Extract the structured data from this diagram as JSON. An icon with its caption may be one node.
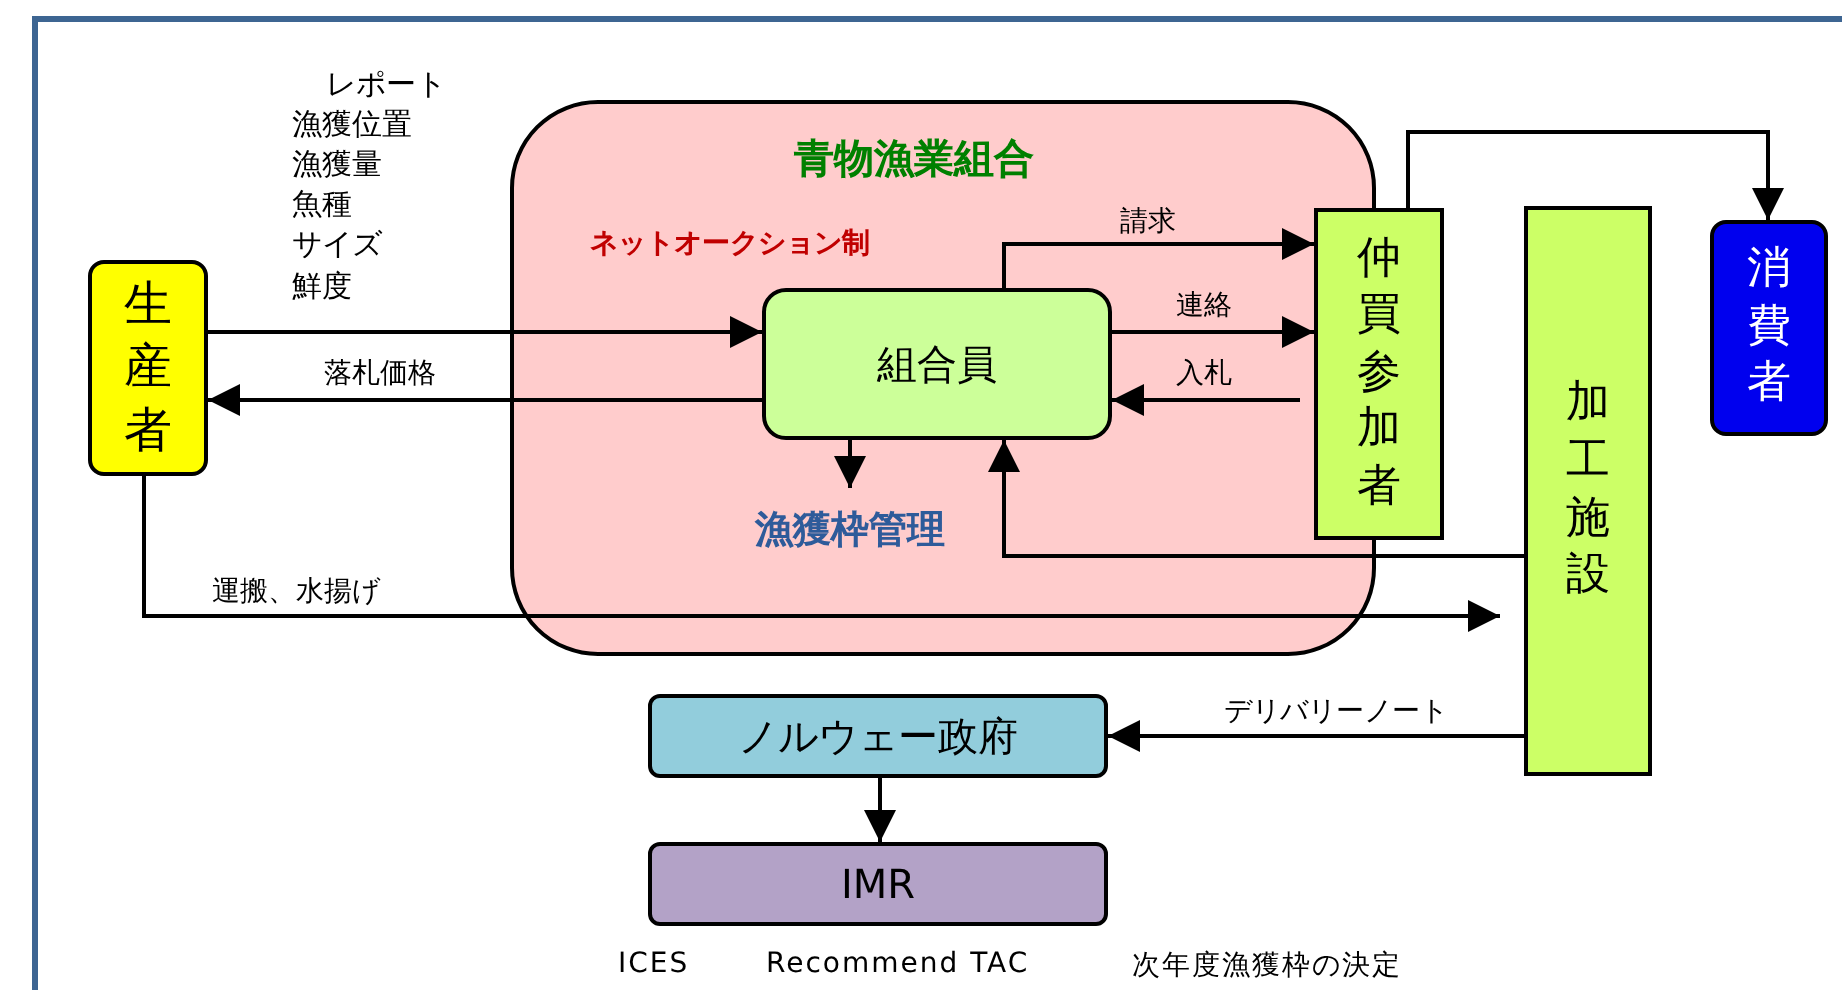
{
  "diagram": {
    "nodes": [
      {
        "text": [
          "生産者"
        ]
      },
      {
        "text": [
          "青物漁業組合",
          "ネットオークション制"
        ]
      },
      {
        "text": [
          "組合員"
        ],
        "in": 1
      },
      {
        "text": [
          "漁獲枠管理"
        ],
        "in": 1
      },
      {
        "text": [
          "仲買参加者"
        ]
      },
      {
        "text": [
          "加工施設"
        ]
      },
      {
        "text": [
          "消費者"
        ]
      },
      {
        "text": [
          "ノルウェー政府"
        ]
      },
      {
        "text": [
          "IMR"
        ]
      }
    ],
    "edges": [
      {
        "from": 0,
        "to": 2,
        "arrow": "to"
      },
      {
        "from": 2,
        "to": 0,
        "arrow": "to",
        "label": "落札価格"
      },
      {
        "from": 2,
        "to": 4,
        "arrow": "to",
        "label": "請求"
      },
      {
        "from": 2,
        "to": 4,
        "arrow": "to",
        "label": "連絡"
      },
      {
        "from": 4,
        "to": 2,
        "arrow": "to",
        "label": "入札"
      },
      {
        "from": 2,
        "to": 3,
        "arrow": "to"
      },
      {
        "from": 5,
        "to": 2,
        "arrow": "to"
      },
      {
        "from": 4,
        "to": 6,
        "arrow": "to"
      },
      {
        "from": 0,
        "to": 5,
        "arrow": "to",
        "label": "運搬、水揚げ"
      },
      {
        "from": 5,
        "to": 7,
        "arrow": "to",
        "label": "デリバリーノート"
      },
      {
        "from": 7,
        "to": 8,
        "arrow": "to"
      }
    ],
    "labels": [
      "レポート",
      "漁獲位置",
      "漁獲量",
      "魚種",
      "サイズ",
      "鮮度",
      "ICES",
      "Recommend TAC",
      "次年度漁獲枠の決定"
    ]
  }
}
